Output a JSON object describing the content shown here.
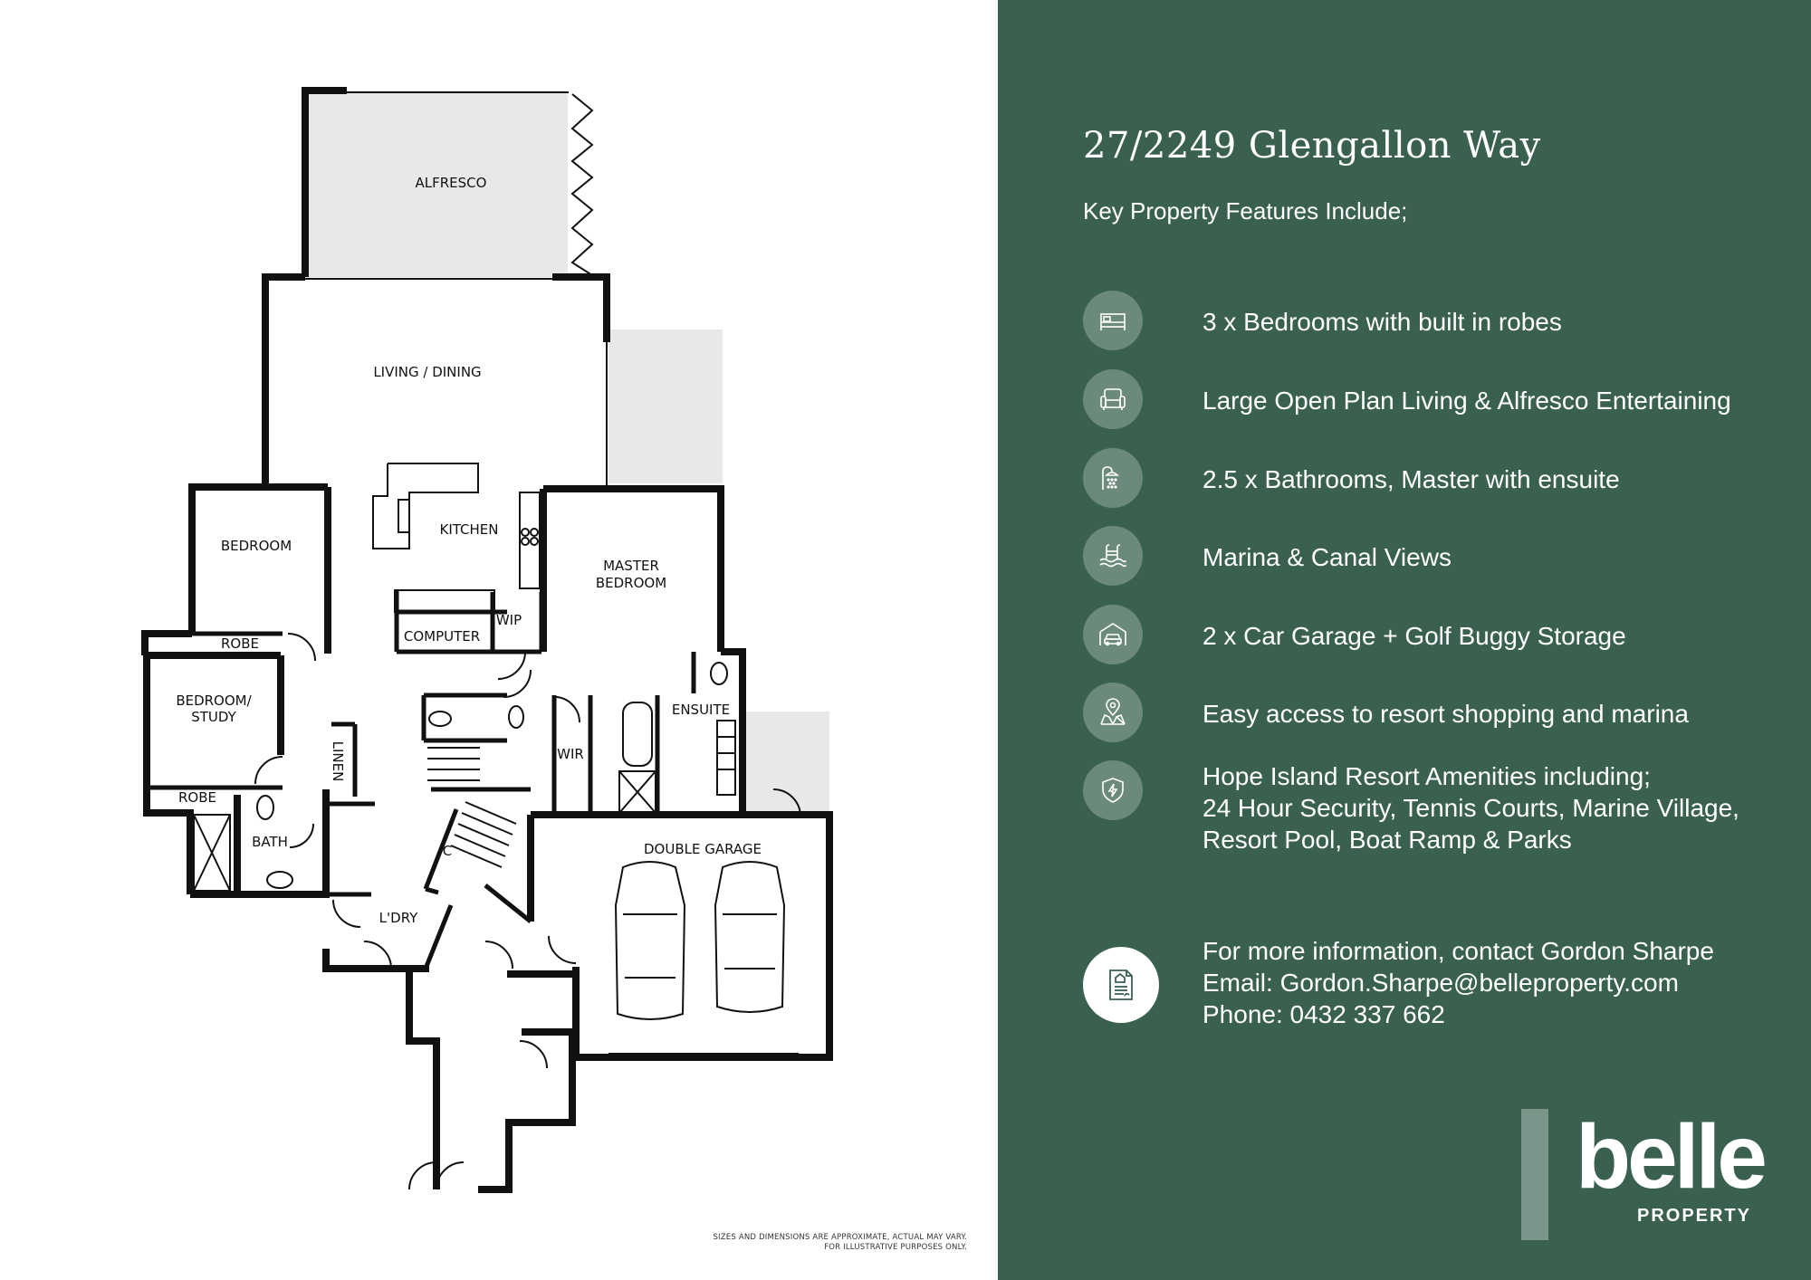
{
  "plan": {
    "rooms": {
      "alfresco": "ALFRESCO",
      "living_dining": "LIVING / DINING",
      "kitchen": "KITCHEN",
      "bedroom": "BEDROOM",
      "master_1": "MASTER",
      "master_2": "BEDROOM",
      "robe_top": "ROBE",
      "computer": "COMPUTER",
      "wip": "WIP",
      "bedroom_study_1": "BEDROOM/",
      "bedroom_study_2": "STUDY",
      "linen": "LINEN",
      "ensuite": "ENSUITE",
      "wir": "WIR",
      "robe_bottom": "ROBE",
      "bath": "BATH",
      "c": "C",
      "double_garage": "DOUBLE GARAGE",
      "laundry": "L'DRY"
    },
    "disclaimer_1": "SIZES AND DIMENSIONS ARE APPROXIMATE, ACTUAL MAY VARY.",
    "disclaimer_2": "FOR ILLUSTRATIVE PURPOSES ONLY."
  },
  "panel": {
    "address": "27/2249 Glengallon Way",
    "subtitle": "Key Property Features Include;",
    "features": [
      {
        "icon": "bed-icon",
        "text": "3 x Bedrooms with built in robes"
      },
      {
        "icon": "armchair-icon",
        "text": "Large Open Plan Living & Alfresco Entertaining"
      },
      {
        "icon": "shower-icon",
        "text": "2.5 x Bathrooms, Master with ensuite"
      },
      {
        "icon": "pool-icon",
        "text": "Marina & Canal Views"
      },
      {
        "icon": "garage-icon",
        "text": "2 x Car Garage + Golf Buggy Storage"
      },
      {
        "icon": "map-pin-icon",
        "text": "Easy access to resort shopping and marina"
      },
      {
        "icon": "shield-icon",
        "line1": "Hope Island Resort Amenities including;",
        "line2": "24 Hour Security, Tennis Courts, Marine Village,",
        "line3": "Resort Pool, Boat Ramp & Parks"
      }
    ],
    "contact": {
      "icon": "document-icon",
      "line1": "For more information, contact Gordon Sharpe",
      "line2": "Email: Gordon.Sharpe@belleproperty.com",
      "line3": "Phone: 0432 337 662"
    },
    "logo": {
      "word": "belle",
      "sub": "PROPERTY"
    },
    "colors": {
      "panel_bg": "#3a6150",
      "icon_bg": "#6b8a7b",
      "text": "#ffffff"
    }
  }
}
